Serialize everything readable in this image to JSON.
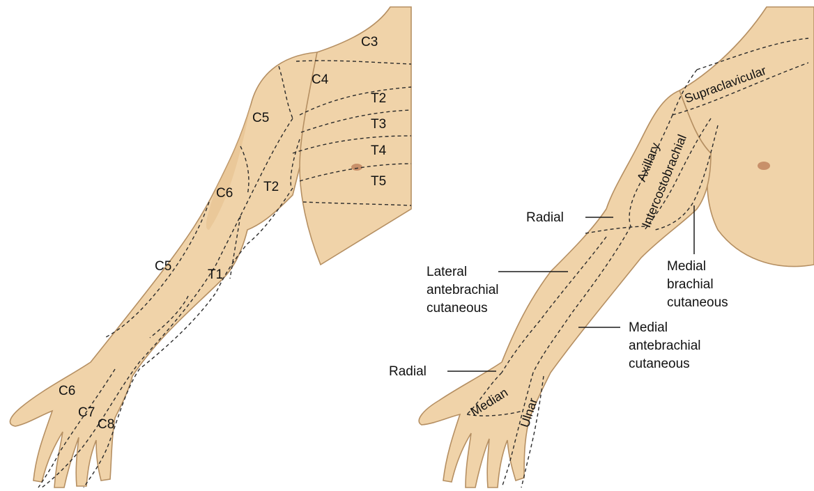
{
  "left_panel": {
    "dermatomes": {
      "c3": "C3",
      "c4": "C4",
      "c5_shoulder": "C5",
      "t2_chest": "T2",
      "t3": "T3",
      "t4": "T4",
      "t5": "T5",
      "c6_arm": "C6",
      "t2_arm": "T2",
      "c5_forearm": "C5",
      "t1": "T1",
      "c6_hand": "C6",
      "c7": "C7",
      "c8": "C8"
    }
  },
  "right_panel": {
    "region_labels": {
      "supraclavicular": "Supraclavicular",
      "axillary": "Axillary",
      "intercostobrachial": "Intercostobrachial",
      "median": "Median",
      "ulnar": "Ulnar"
    },
    "callouts": {
      "radial_upper": "Radial",
      "lateral_antebrachial": [
        "Lateral",
        "antebrachial",
        "cutaneous"
      ],
      "medial_brachial": [
        "Medial",
        "brachial",
        "cutaneous"
      ],
      "medial_antebrachial": [
        "Medial",
        "antebrachial",
        "cutaneous"
      ],
      "radial_lower": "Radial"
    }
  },
  "colors": {
    "skin": "#f0d3a9",
    "skin_outline": "#b58f62",
    "boundary_lines": "#2a2a2a"
  }
}
